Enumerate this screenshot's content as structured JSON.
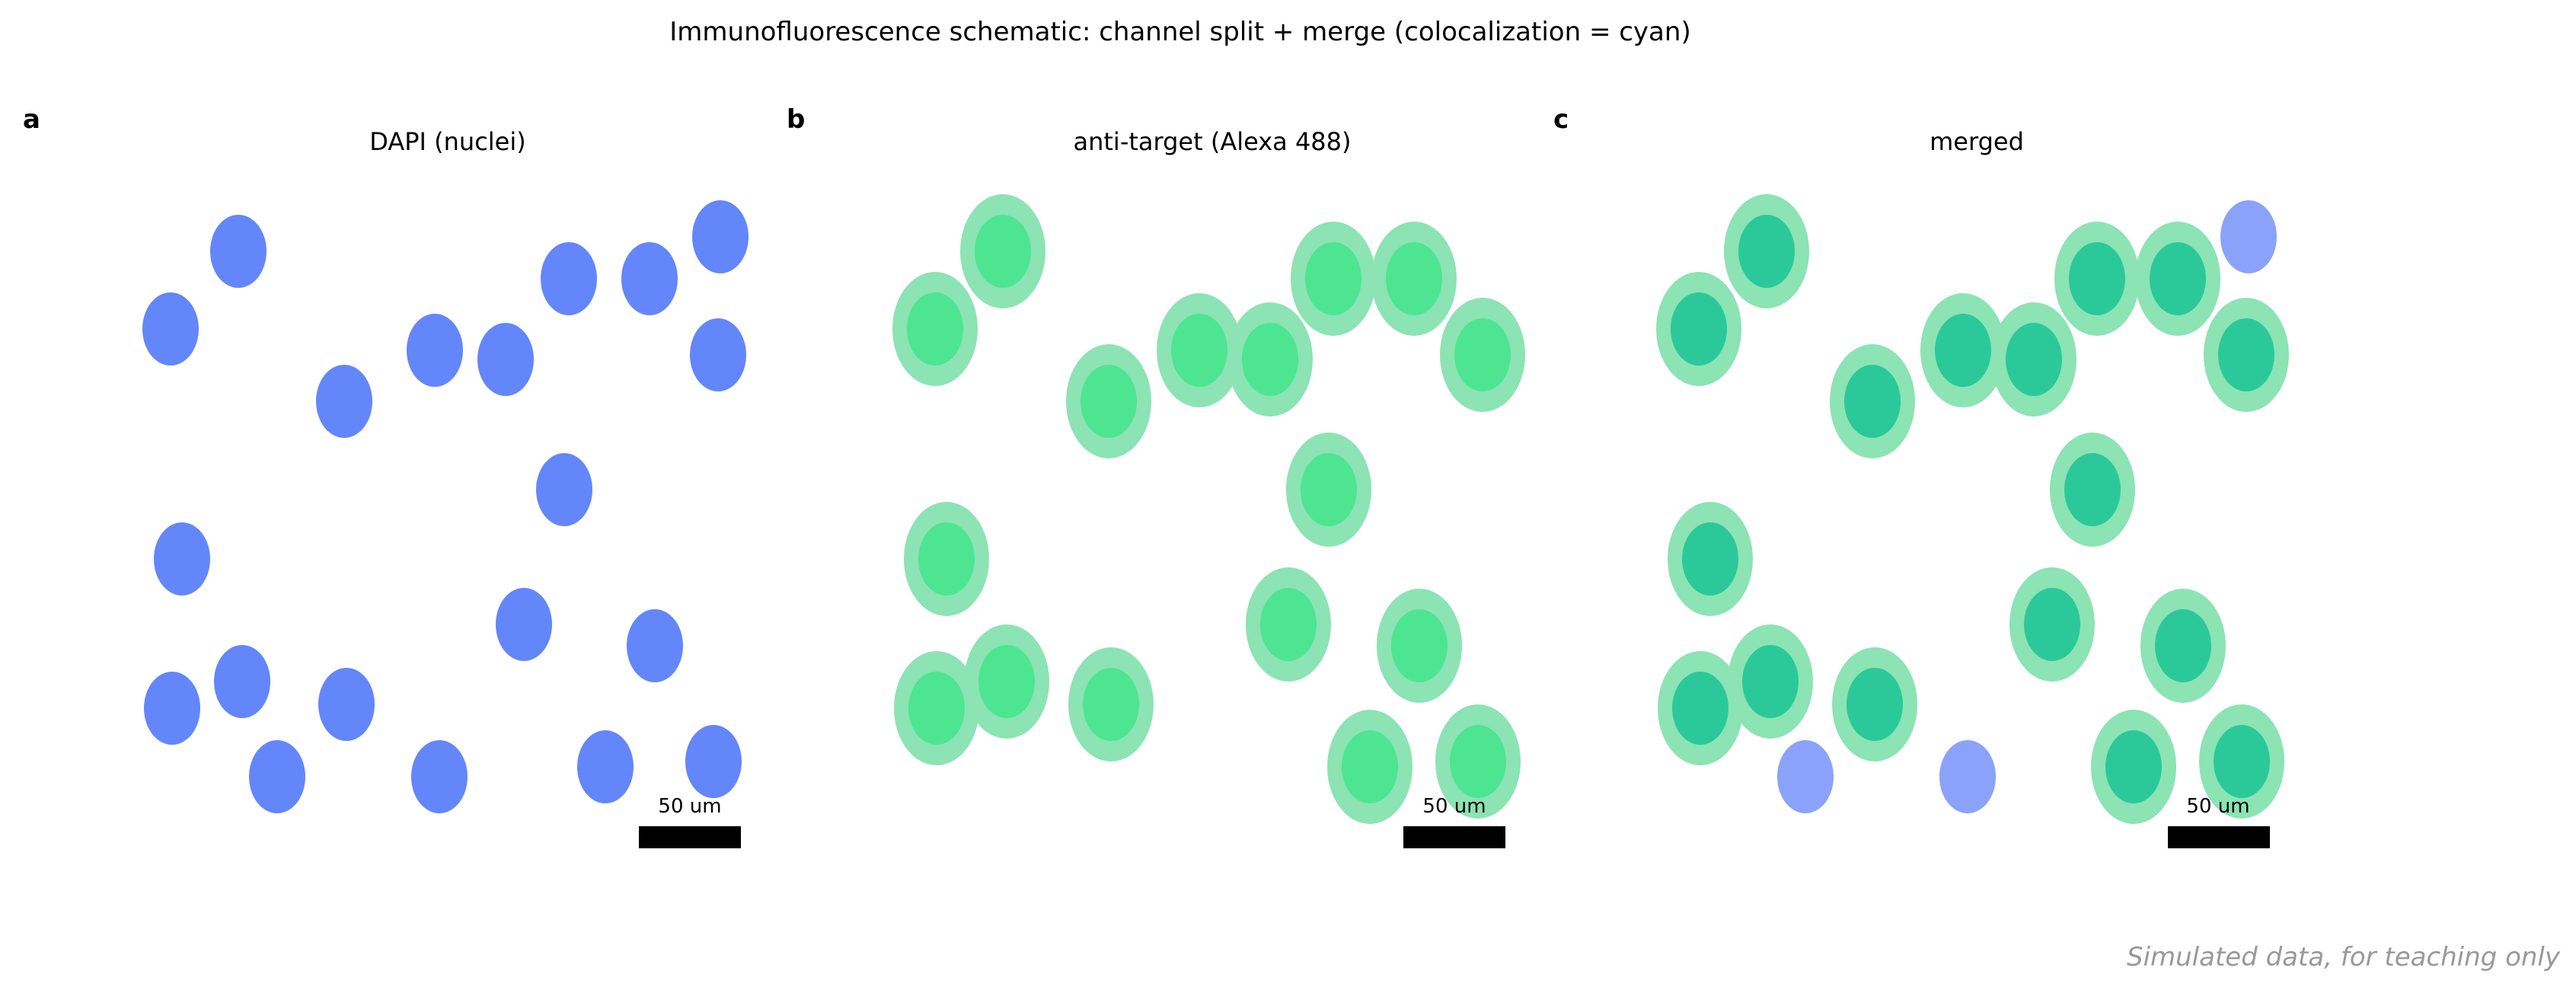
{
  "figure": {
    "title": "Immunofluorescence schematic: channel split + merge (colocalization = cyan)",
    "footnote": "Simulated data, for teaching only"
  },
  "colors": {
    "dapi": "#6486fb",
    "dapi_unmatched_in_merge": "#8aa2fa",
    "green_halo": "#8ce3b3",
    "green_core": "#4ee592",
    "coloc_core": "#2bc99a",
    "scale_bar": "#000000"
  },
  "panels": [
    {
      "label": "a",
      "title": "DAPI (nuclei)",
      "channel": "dapi",
      "scale_bar_label": "50 um"
    },
    {
      "label": "b",
      "title": "anti-target (Alexa 488)",
      "channel": "green",
      "scale_bar_label": "50 um"
    },
    {
      "label": "c",
      "title": "merged",
      "channel": "merged",
      "scale_bar_label": "50 um"
    }
  ],
  "cells": [
    {
      "id": 1,
      "target_positive": true
    },
    {
      "id": 2,
      "target_positive": true
    },
    {
      "id": 3,
      "target_positive": true
    },
    {
      "id": 4,
      "target_positive": true
    },
    {
      "id": 5,
      "target_positive": true
    },
    {
      "id": 6,
      "target_positive": true
    },
    {
      "id": 7,
      "target_positive": true
    },
    {
      "id": 8,
      "target_positive": false
    },
    {
      "id": 9,
      "target_positive": true
    },
    {
      "id": 10,
      "target_positive": true
    },
    {
      "id": 11,
      "target_positive": true
    },
    {
      "id": 12,
      "target_positive": true
    },
    {
      "id": 13,
      "target_positive": true
    },
    {
      "id": 14,
      "target_positive": true
    },
    {
      "id": 15,
      "target_positive": true
    },
    {
      "id": 16,
      "target_positive": true
    },
    {
      "id": 17,
      "target_positive": false
    },
    {
      "id": 18,
      "target_positive": false
    },
    {
      "id": 19,
      "target_positive": true
    },
    {
      "id": 20,
      "target_positive": true
    },
    {
      "id": 21,
      "target_positive": true
    }
  ]
}
